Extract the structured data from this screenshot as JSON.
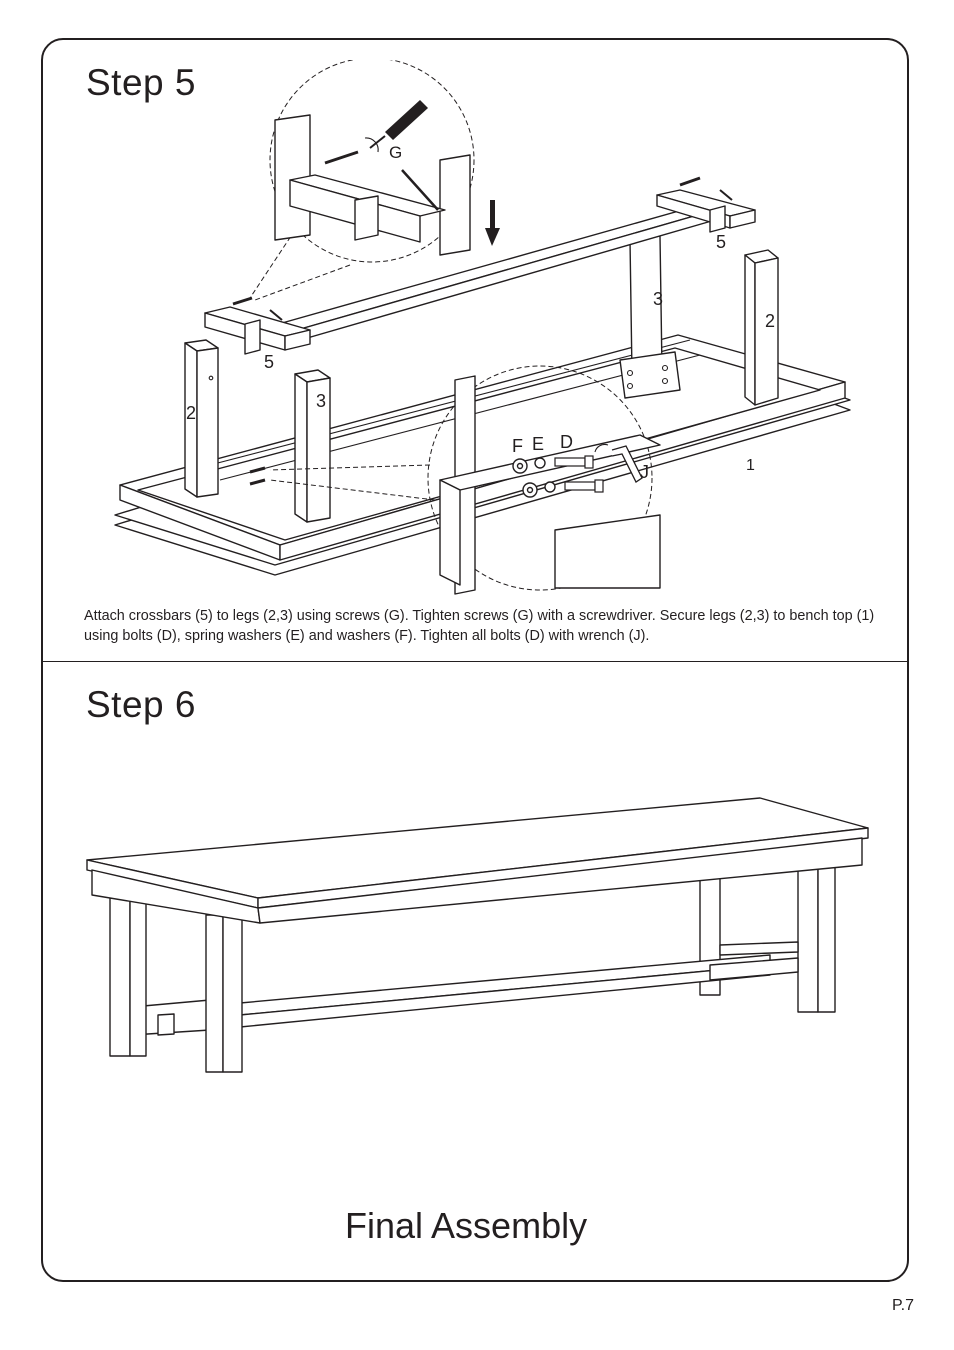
{
  "step5": {
    "title": "Step  5",
    "instructions": "Attach crossbars (5) to legs (2,3) using screws (G). Tighten screws (G) with a screwdriver. Secure legs (2,3) to bench top (1) using bolts (D), spring washers (E) and washers (F). Tighten all bolts (D) with wrench (J).",
    "labels": {
      "crossbar_right": "5",
      "crossbar_left": "5",
      "leg_back_right": "3",
      "leg_far_right": "2",
      "leg_front_left": "2",
      "leg_front_mid": "3",
      "bench_top": "1",
      "screw": "G",
      "washer": "F",
      "spring_washer": "E",
      "bolt": "D",
      "wrench": "J"
    }
  },
  "step6": {
    "title": "Step  6",
    "caption": "Final Assembly"
  },
  "page_number": "P.7"
}
